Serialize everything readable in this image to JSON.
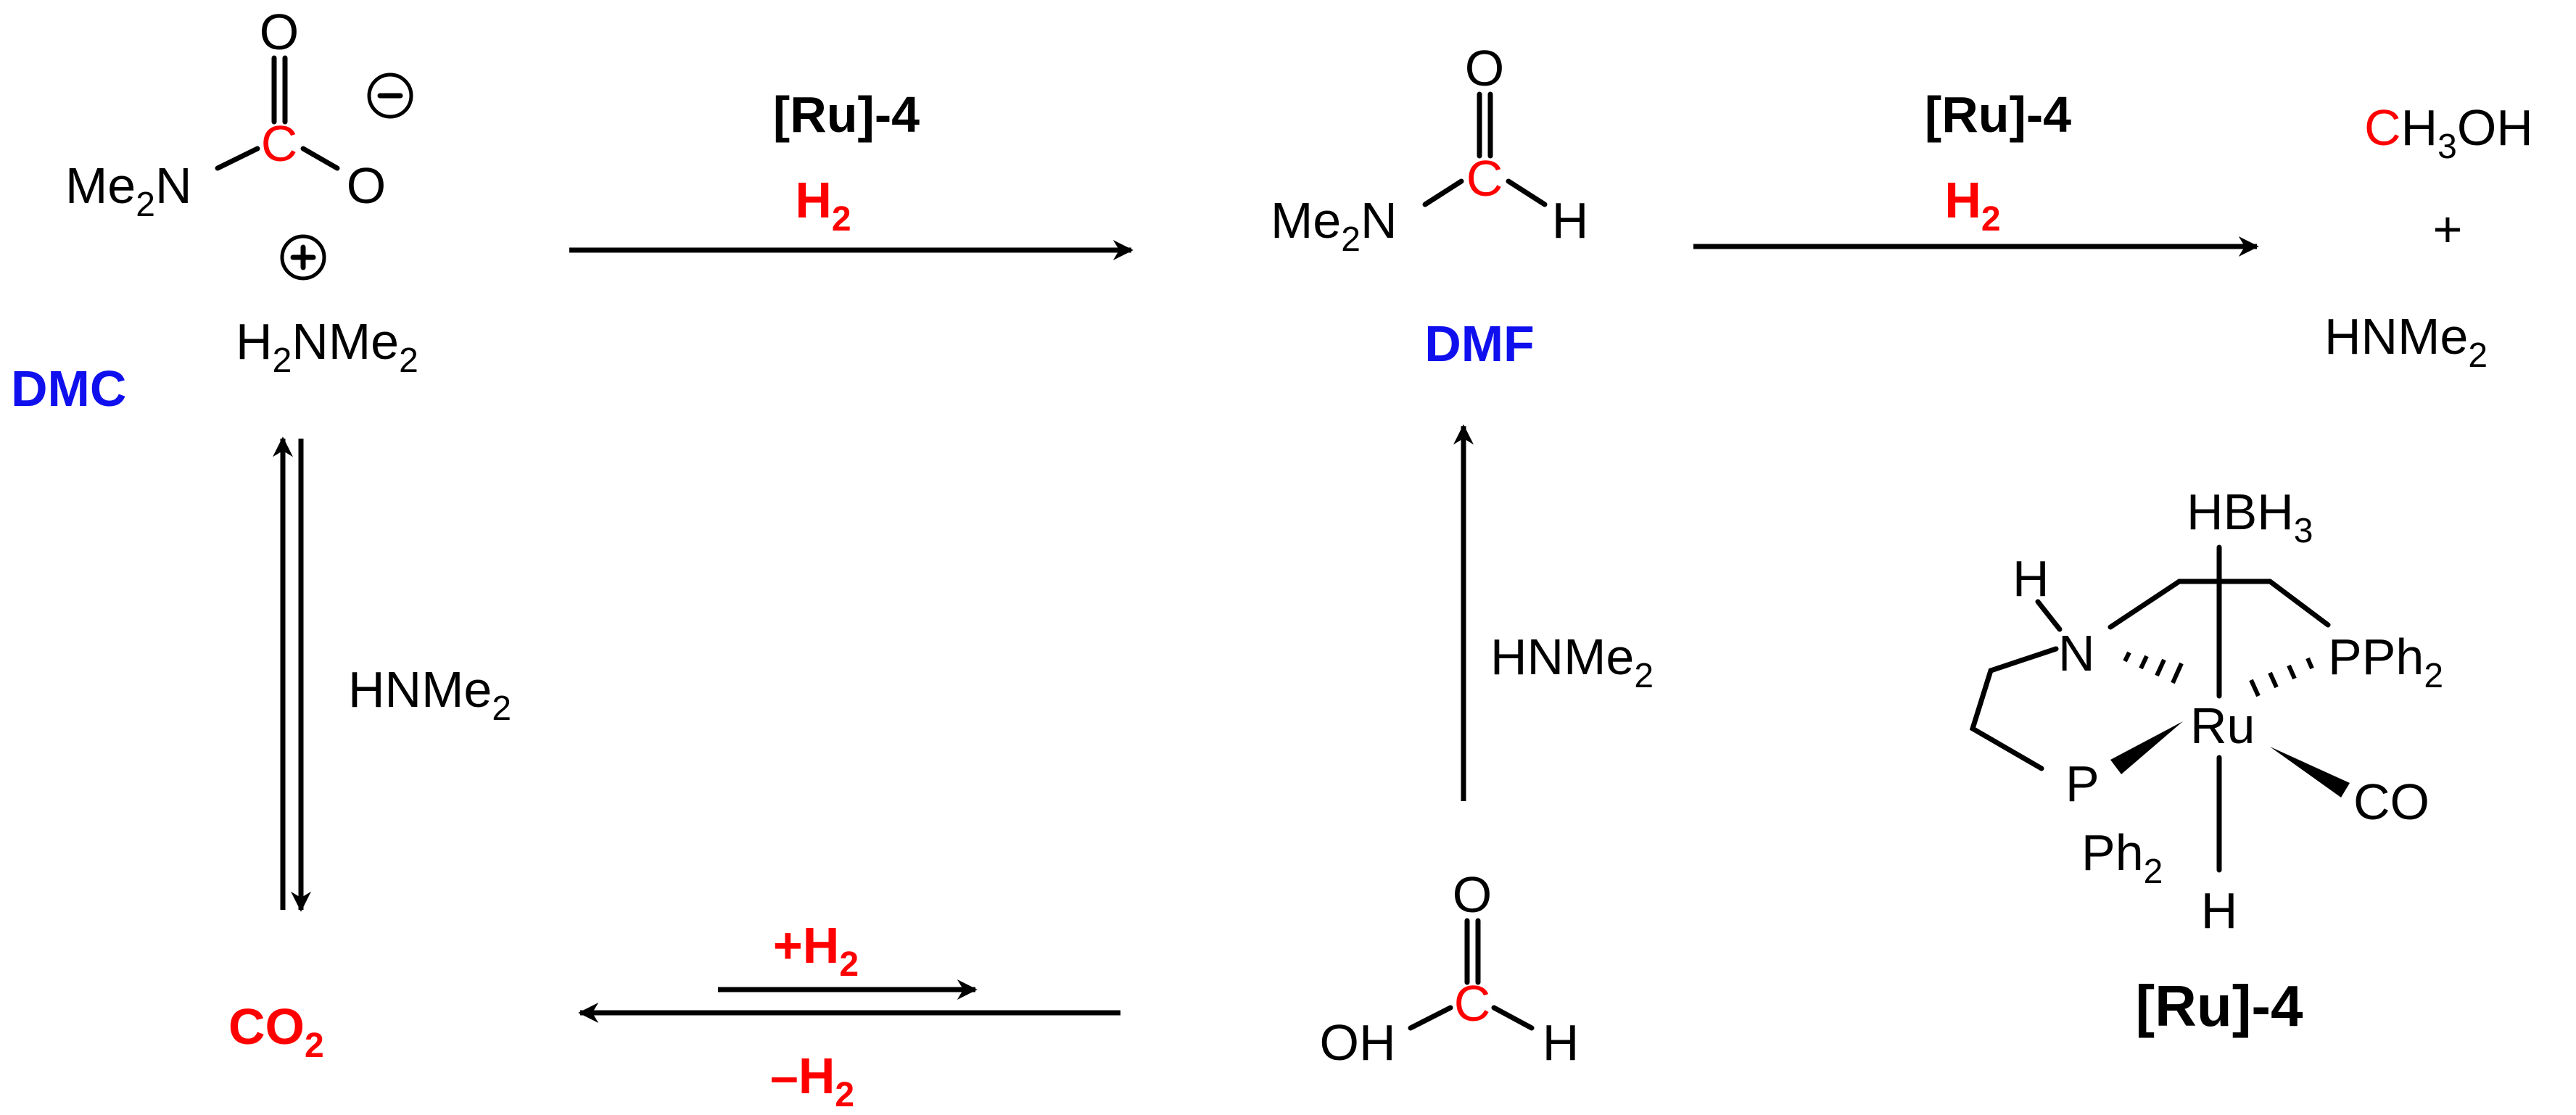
{
  "colors": {
    "carbon": "#ff0000",
    "compound_name": "#1010ee",
    "reagent_h2": "#ff0000",
    "text": "#000000"
  },
  "dmc": {
    "name": "DMC",
    "carbonyl_o": "O",
    "nitrogen": "N",
    "nitrogen_sub": "Me",
    "nitrogen_sub_count": "2",
    "carbon": "C",
    "anion_o": "O",
    "minus_charge": "−",
    "plus_charge": "+",
    "counterion_h": "H",
    "counterion_h_count": "2",
    "counterion_rest": "NMe",
    "counterion_me_count": "2"
  },
  "dmf": {
    "name": "DMF",
    "carbonyl_o": "O",
    "nitrogen": "N",
    "nitrogen_sub": "Me",
    "nitrogen_sub_count": "2",
    "carbon": "C",
    "hydrogen": "H"
  },
  "formic_acid": {
    "carbonyl_o": "O",
    "oh": "OH",
    "carbon": "C",
    "hydrogen": "H"
  },
  "co2": {
    "c": "CO",
    "sub": "2"
  },
  "products": {
    "methanol_c": "C",
    "methanol_h": "H",
    "methanol_h_count": "3",
    "methanol_rest": "OH",
    "plus": "+",
    "amine": "HNMe",
    "amine_count": "2"
  },
  "arrows": {
    "dmc_to_dmf": {
      "catalyst": "[Ru]-4",
      "reagent": "H",
      "reagent_sub": "2"
    },
    "dmf_to_products": {
      "catalyst": "[Ru]-4",
      "reagent": "H",
      "reagent_sub": "2"
    },
    "co2_dmc_equilibrium": {
      "reagent": "HNMe",
      "reagent_sub": "2"
    },
    "formic_to_dmf": {
      "reagent": "HNMe",
      "reagent_sub": "2"
    },
    "co2_formic_equilibrium": {
      "forward_prefix": "+H",
      "forward_sub": "2",
      "reverse_prefix": "–H",
      "reverse_sub": "2"
    }
  },
  "catalyst": {
    "label": "[Ru]-4",
    "metal": "Ru",
    "hbh3": "HBH",
    "hbh3_sub": "3",
    "nh_h": "H",
    "nh_n": "N",
    "pph2_right": "PPh",
    "pph2_right_sub": "2",
    "p_left": "P",
    "ph2_left": "Ph",
    "ph2_left_sub": "2",
    "co": "CO",
    "hydride": "H"
  }
}
